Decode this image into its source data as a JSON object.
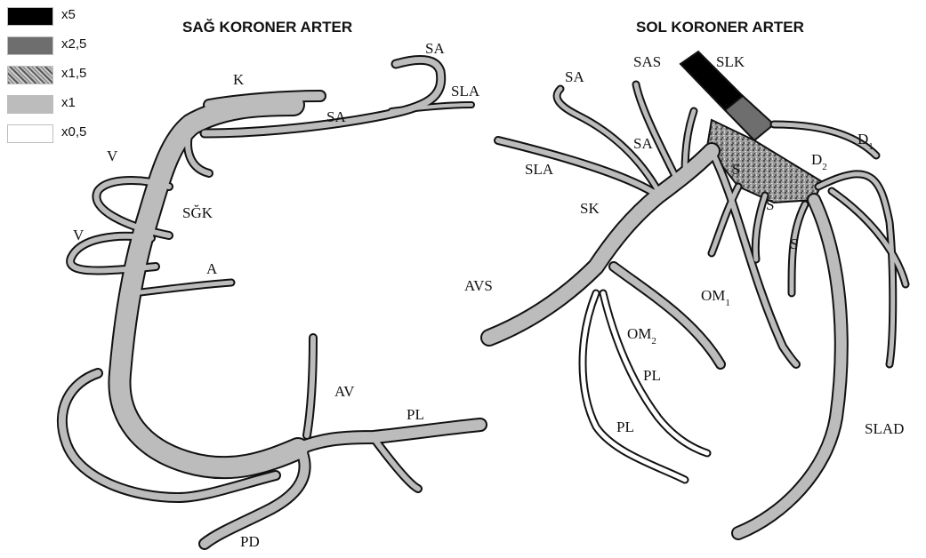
{
  "legend": [
    {
      "label": "x5",
      "color": "#000000"
    },
    {
      "label": "x2,5",
      "color": "#6e6e6e"
    },
    {
      "label": "x1,5",
      "color": "#8a8a8a",
      "pattern": "speckle"
    },
    {
      "label": "x1",
      "color": "#bcbcbc"
    },
    {
      "label": "x0,5",
      "color": "#ffffff"
    }
  ],
  "colors": {
    "x5": "#000000",
    "x2_5": "#6e6e6e",
    "x1_5": "#8c8c8c",
    "x1": "#bcbcbc",
    "x0_5": "#ffffff",
    "outline": "#111111"
  },
  "right": {
    "title": "SAĞ KORONER ARTER",
    "labels": {
      "sa_top": "SA",
      "sla": "SLA",
      "k": "K",
      "sa_mid": "SA",
      "v1": "V",
      "sgk": "SĞK",
      "v2": "V",
      "a": "A",
      "av": "AV",
      "pl": "PL",
      "pd": "PD"
    }
  },
  "left": {
    "title": "SOL KORONER ARTER",
    "labels": {
      "slk": "SLK",
      "sa1": "SA",
      "sas": "SAS",
      "sa2": "SA",
      "sla": "SLA",
      "sk": "SK",
      "avs": "AVS",
      "d1": "D",
      "d1_sub": "1",
      "d2": "D",
      "d2_sub": "2",
      "s1": "S",
      "s2": "S",
      "s3": "S",
      "om1": "OM",
      "om1_sub": "1",
      "om2": "OM",
      "om2_sub": "2",
      "pl1": "PL",
      "pl2": "PL",
      "slad": "SLAD"
    }
  }
}
